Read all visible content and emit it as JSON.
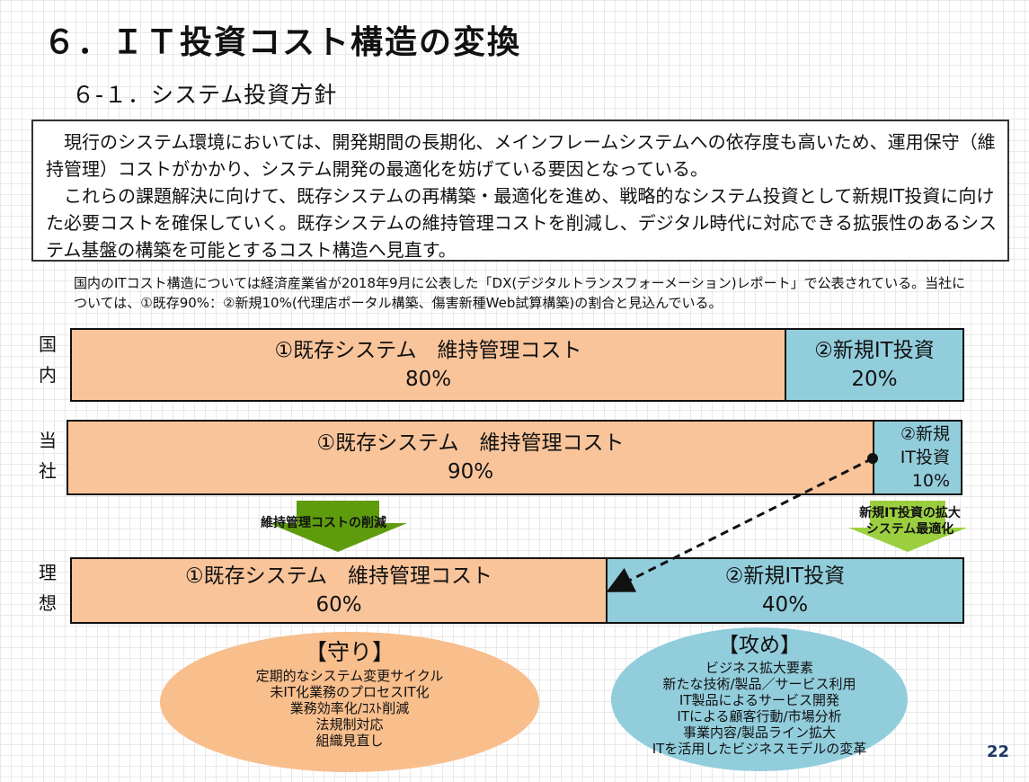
{
  "title": "６．ＩＴ投資コスト構造の変換",
  "subtitle": "６-１．システム投資方針",
  "summary": {
    "p1": "現行のシステム環境においては、開発期間の長期化、メインフレームシステムへの依存度も高いため、運用保守（維持管理）コストがかかり、システム開発の最適化を妨げている要因となっている。",
    "p2": "これらの課題解決に向けて、既存システムの再構築・最適化を進め、戦略的なシステム投資として新規IT投資に向けた必要コストを確保していく。既存システムの維持管理コストを削減し、デジタル時代に対応できる拡張性のあるシステム基盤の構築を可能とするコスト構造へ見直す。"
  },
  "note": "国内のITコスト構造については経済産業省が2018年9月に公表した「DX(デジタルトランスフォーメーション)レポート」で公表されている。当社については、①既存90%：②新規10%(代理店ポータル構築、傷害新種Web試算構築)の割合と見込んでいる。",
  "rows": {
    "domestic": {
      "label": "国内",
      "existing": {
        "name": "①既存システム　維持管理コスト",
        "pct": "80%",
        "value": 80
      },
      "new": {
        "name": "②新規IT投資",
        "pct": "20%",
        "value": 20
      }
    },
    "company": {
      "label": "当社",
      "existing": {
        "name": "①既存システム　維持管理コスト",
        "pct": "90%",
        "value": 90
      },
      "new": {
        "name_line1": "②新規",
        "name_line2": "IT投資",
        "pct": "10%",
        "value": 10
      }
    },
    "ideal": {
      "label": "理想",
      "existing": {
        "name": "①既存システム　維持管理コスト",
        "pct": "60%",
        "value": 60
      },
      "new": {
        "name": "②新規IT投資",
        "pct": "40%",
        "value": 40
      }
    }
  },
  "arrows": {
    "left": "維持管理コストの削減",
    "right_line1": "新規IT投資の拡大",
    "right_line2": "システム最適化"
  },
  "defense": {
    "title": "【守り】",
    "items": [
      "定期的なシステム変更サイクル",
      "未IT化業務のプロセスIT化",
      "業務効率化/ｺｽﾄ削減",
      "法規制対応",
      "組織見直し"
    ]
  },
  "offense": {
    "title": "【攻め】",
    "items": [
      "ビジネス拡大要素",
      "新たな技術/製品／サービス利用",
      "IT製品によるサービス開発",
      "ITによる顧客行動/市場分析",
      "事業内容/製品ライン拡大",
      "ITを活用したビジネスモデルの変革"
    ]
  },
  "colors": {
    "existing": "#f9c49a",
    "new": "#92cddc",
    "arrow_green": "#5e9c0e",
    "arrow_light": "#9bcf3f",
    "defense_ellipse": "#f8be8c",
    "offense_ellipse": "#92cddc",
    "page_number": "#1f3864"
  },
  "page_number": "22"
}
